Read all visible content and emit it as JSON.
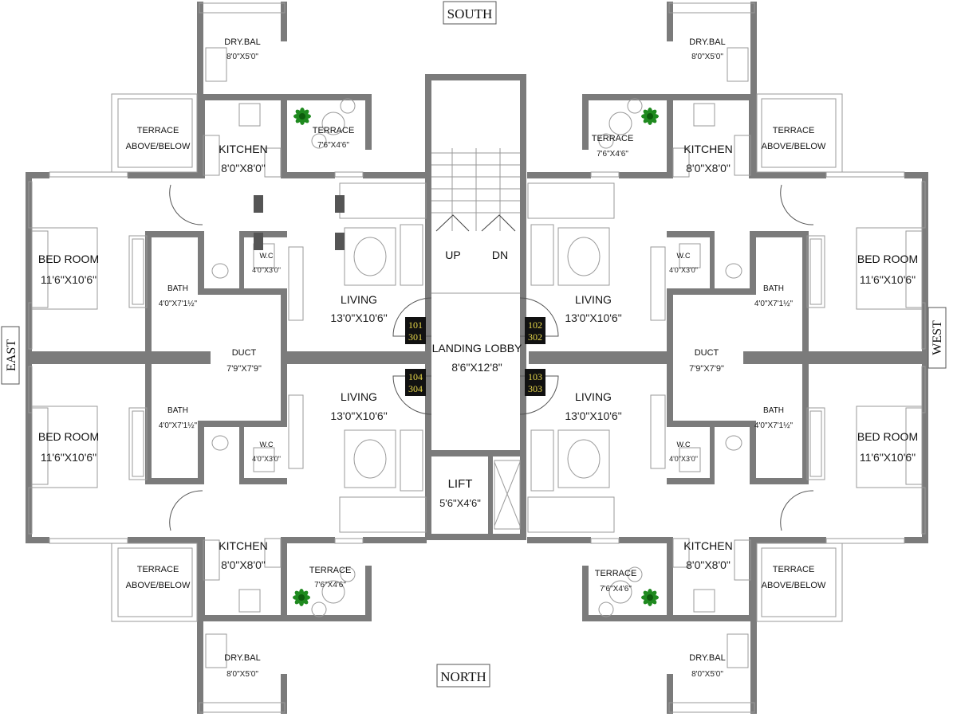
{
  "compass": {
    "south": "SOUTH",
    "north": "NORTH",
    "east": "EAST",
    "west": "WEST"
  },
  "core": {
    "lobby_name": "LANDING LOBBY",
    "lobby_size": "8'6\"X12'8\"",
    "lift_name": "LIFT",
    "lift_size": "5'6\"X4'6\"",
    "stair_up": "UP",
    "stair_down": "DN"
  },
  "flat_tags": {
    "nw": [
      "101",
      "301"
    ],
    "ne": [
      "102",
      "302"
    ],
    "sw": [
      "104",
      "304"
    ],
    "se": [
      "103",
      "303"
    ]
  },
  "rooms": {
    "bedroom_name": "BED ROOM",
    "bedroom_size": "11'6\"X10'6\"",
    "living_name": "LIVING",
    "living_size": "13'0\"X10'6\"",
    "kitchen_name": "KITCHEN",
    "kitchen_size": "8'0\"X8'0\"",
    "drybal_name": "DRY.BAL",
    "drybal_size": "8'0\"X5'0\"",
    "terrace_name": "TERRACE",
    "terrace_size": "7'6\"X4'6\"",
    "terrace_ab_line1": "TERRACE",
    "terrace_ab_line2": "ABOVE/BELOW",
    "bath_name": "BATH",
    "bath_size": "4'0\"X7'1½\"",
    "wc_name": "W.C",
    "wc_size": "4'0\"X3'0\"",
    "duct_name": "DUCT",
    "duct_size": "7'9\"X7'9\""
  },
  "colors": {
    "wall": "#7b7b7b",
    "tag_bg": "#111111",
    "tag_text": "#e8d84a",
    "plant": "#1f8a1f"
  }
}
